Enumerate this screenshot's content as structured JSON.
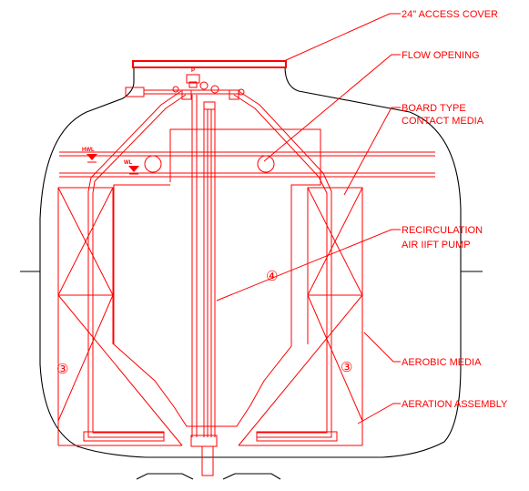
{
  "callouts": {
    "access_cover": "24\" ACCESS COVER",
    "flow_opening": "FLOW OPENING",
    "board_media_line1": "BOARD TYPE",
    "board_media_line2": "CONTACT MEDIA",
    "recirc_line1": "RECIRCULATION",
    "recirc_line2": "AIR IIFT PUMP",
    "aerobic_media": "AEROBIC MEDIA",
    "aeration_assembly": "AERATION ASSEMBLY"
  },
  "markers": {
    "hwl": "HWL",
    "wl": "WL",
    "left_media_num": "③",
    "center_pump_num": "④",
    "right_media_num": "③"
  },
  "colors": {
    "tank_outline": "#000000",
    "detail": "#ff0000",
    "background": "#ffffff"
  }
}
